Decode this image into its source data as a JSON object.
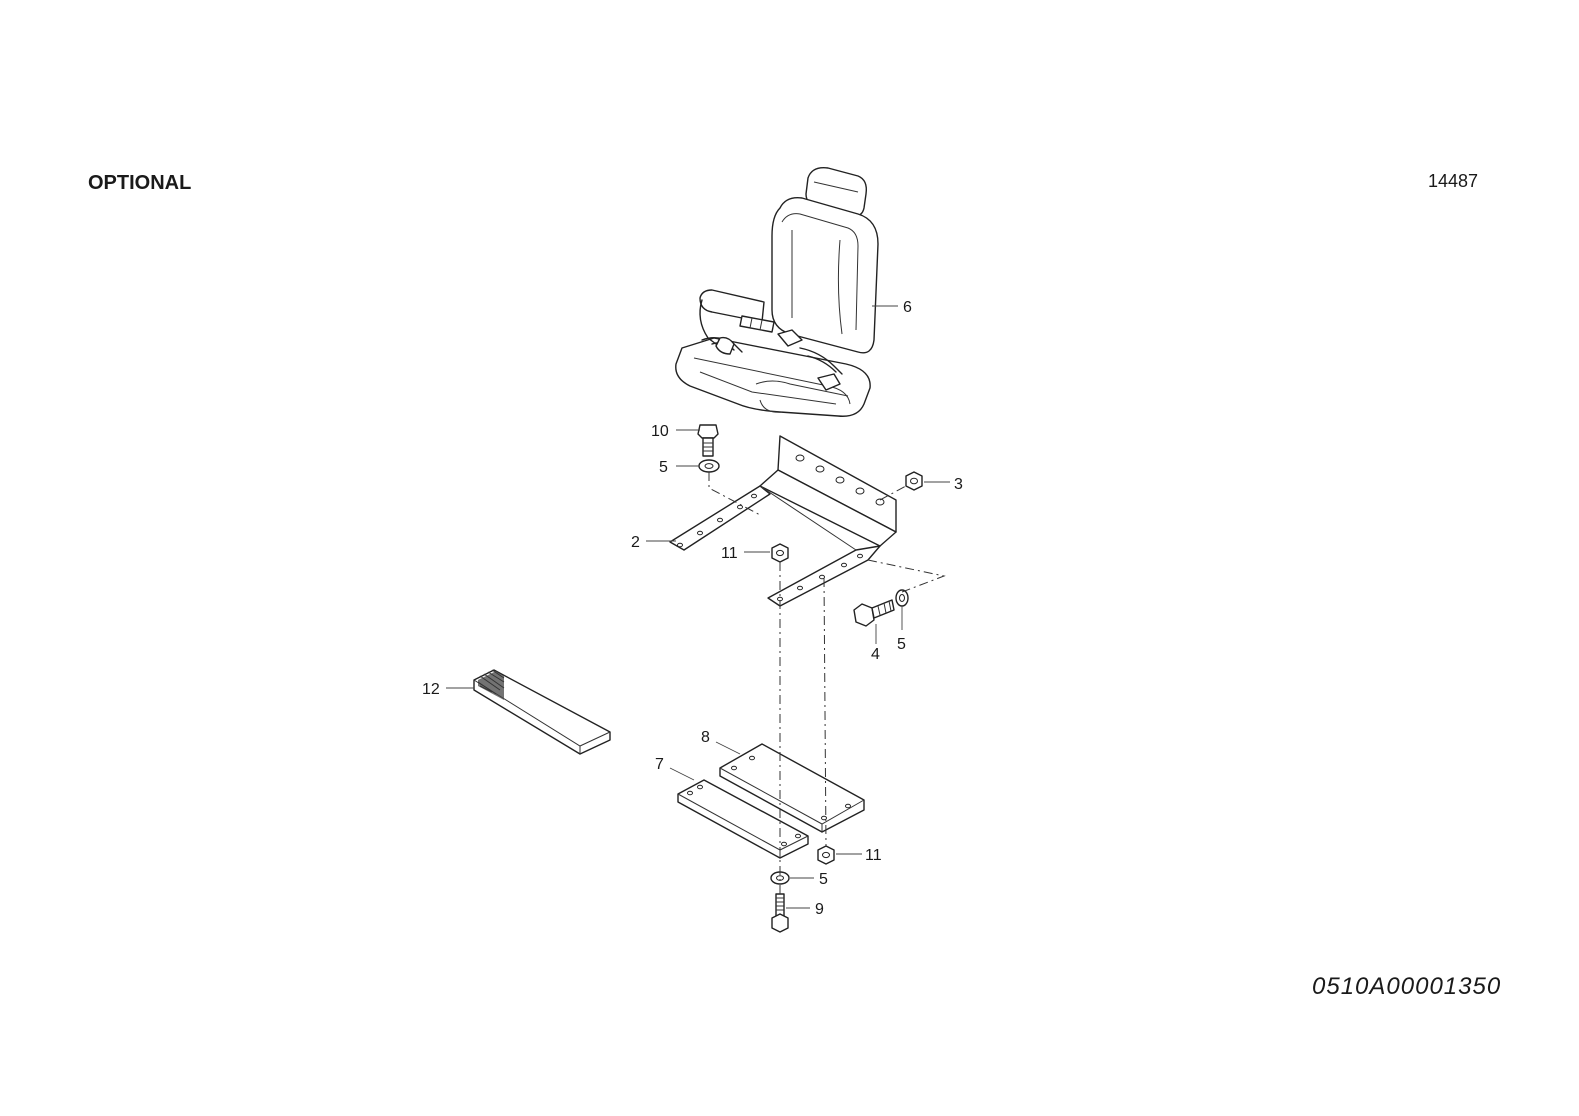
{
  "header": {
    "section_title": "OPTIONAL",
    "figure_number": "14487"
  },
  "footer": {
    "document_code": "0510A00001350"
  },
  "callouts": {
    "seat": "6",
    "bolt_top": "10",
    "washer_top": "5",
    "nut_right": "3",
    "bracket": "2",
    "nut_mid": "11",
    "bolt_side": "4",
    "washer_side": "5",
    "step_pad": "12",
    "plate_upper": "8",
    "plate_lower": "7",
    "nut_bottom": "11",
    "washer_bottom": "5",
    "bolt_bottom": "9"
  }
}
